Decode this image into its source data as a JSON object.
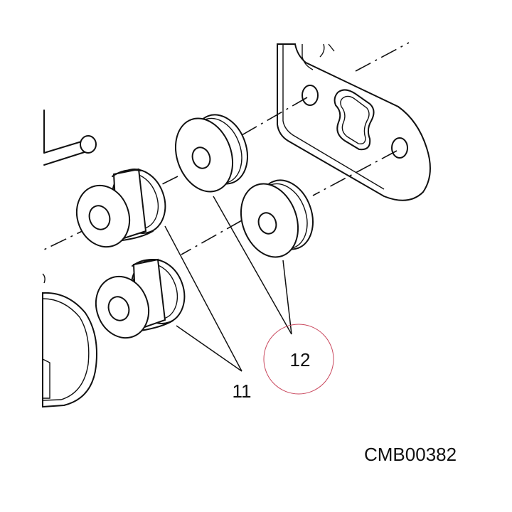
{
  "callouts": {
    "left_label": "11",
    "right_label": "12"
  },
  "drawing_code": "CMB00382",
  "colors": {
    "line": "#111111",
    "highlight_circle": "#c9475d",
    "background": "#ffffff"
  }
}
